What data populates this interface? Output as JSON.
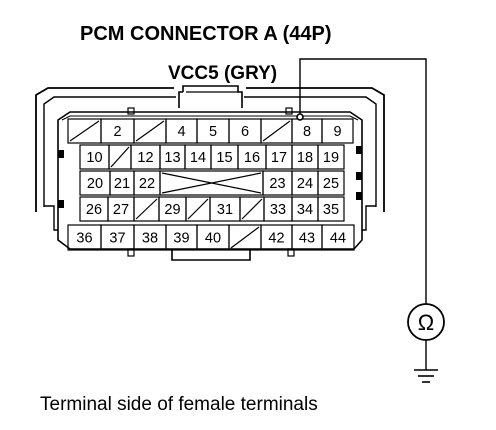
{
  "title": "PCM CONNECTOR A (44P)",
  "wire_label": "VCC5 (GRY)",
  "caption": "Terminal side of female terminals",
  "meter_symbol": "Ω",
  "rows": [
    [
      {
        "kind": "blank"
      },
      {
        "kind": "num",
        "label": "2"
      },
      {
        "kind": "blank"
      },
      {
        "kind": "num",
        "label": "4"
      },
      {
        "kind": "num",
        "label": "5"
      },
      {
        "kind": "num",
        "label": "6"
      },
      {
        "kind": "blank"
      },
      {
        "kind": "num",
        "label": "8"
      },
      {
        "kind": "num",
        "label": "9"
      }
    ],
    [
      {
        "kind": "num",
        "label": "10"
      },
      {
        "kind": "blank"
      },
      {
        "kind": "num",
        "label": "12"
      },
      {
        "kind": "num",
        "label": "13"
      },
      {
        "kind": "num",
        "label": "14"
      },
      {
        "kind": "num",
        "label": "15"
      },
      {
        "kind": "num",
        "label": "16"
      },
      {
        "kind": "num",
        "label": "17"
      },
      {
        "kind": "num",
        "label": "18"
      },
      {
        "kind": "num",
        "label": "19"
      }
    ],
    [
      {
        "kind": "num",
        "label": "20"
      },
      {
        "kind": "num",
        "label": "21"
      },
      {
        "kind": "num",
        "label": "22"
      },
      {
        "kind": "cross"
      },
      {
        "kind": "num",
        "label": "23"
      },
      {
        "kind": "num",
        "label": "24"
      },
      {
        "kind": "num",
        "label": "25"
      }
    ],
    [
      {
        "kind": "num",
        "label": "26"
      },
      {
        "kind": "num",
        "label": "27"
      },
      {
        "kind": "blank"
      },
      {
        "kind": "num",
        "label": "29"
      },
      {
        "kind": "blank"
      },
      {
        "kind": "num",
        "label": "31"
      },
      {
        "kind": "blank"
      },
      {
        "kind": "num",
        "label": "33"
      },
      {
        "kind": "num",
        "label": "34"
      },
      {
        "kind": "num",
        "label": "35"
      }
    ],
    [
      {
        "kind": "num",
        "label": "36"
      },
      {
        "kind": "num",
        "label": "37"
      },
      {
        "kind": "num",
        "label": "38"
      },
      {
        "kind": "num",
        "label": "39"
      },
      {
        "kind": "num",
        "label": "40"
      },
      {
        "kind": "blank"
      },
      {
        "kind": "num",
        "label": "42"
      },
      {
        "kind": "num",
        "label": "43"
      },
      {
        "kind": "num",
        "label": "44"
      }
    ]
  ]
}
